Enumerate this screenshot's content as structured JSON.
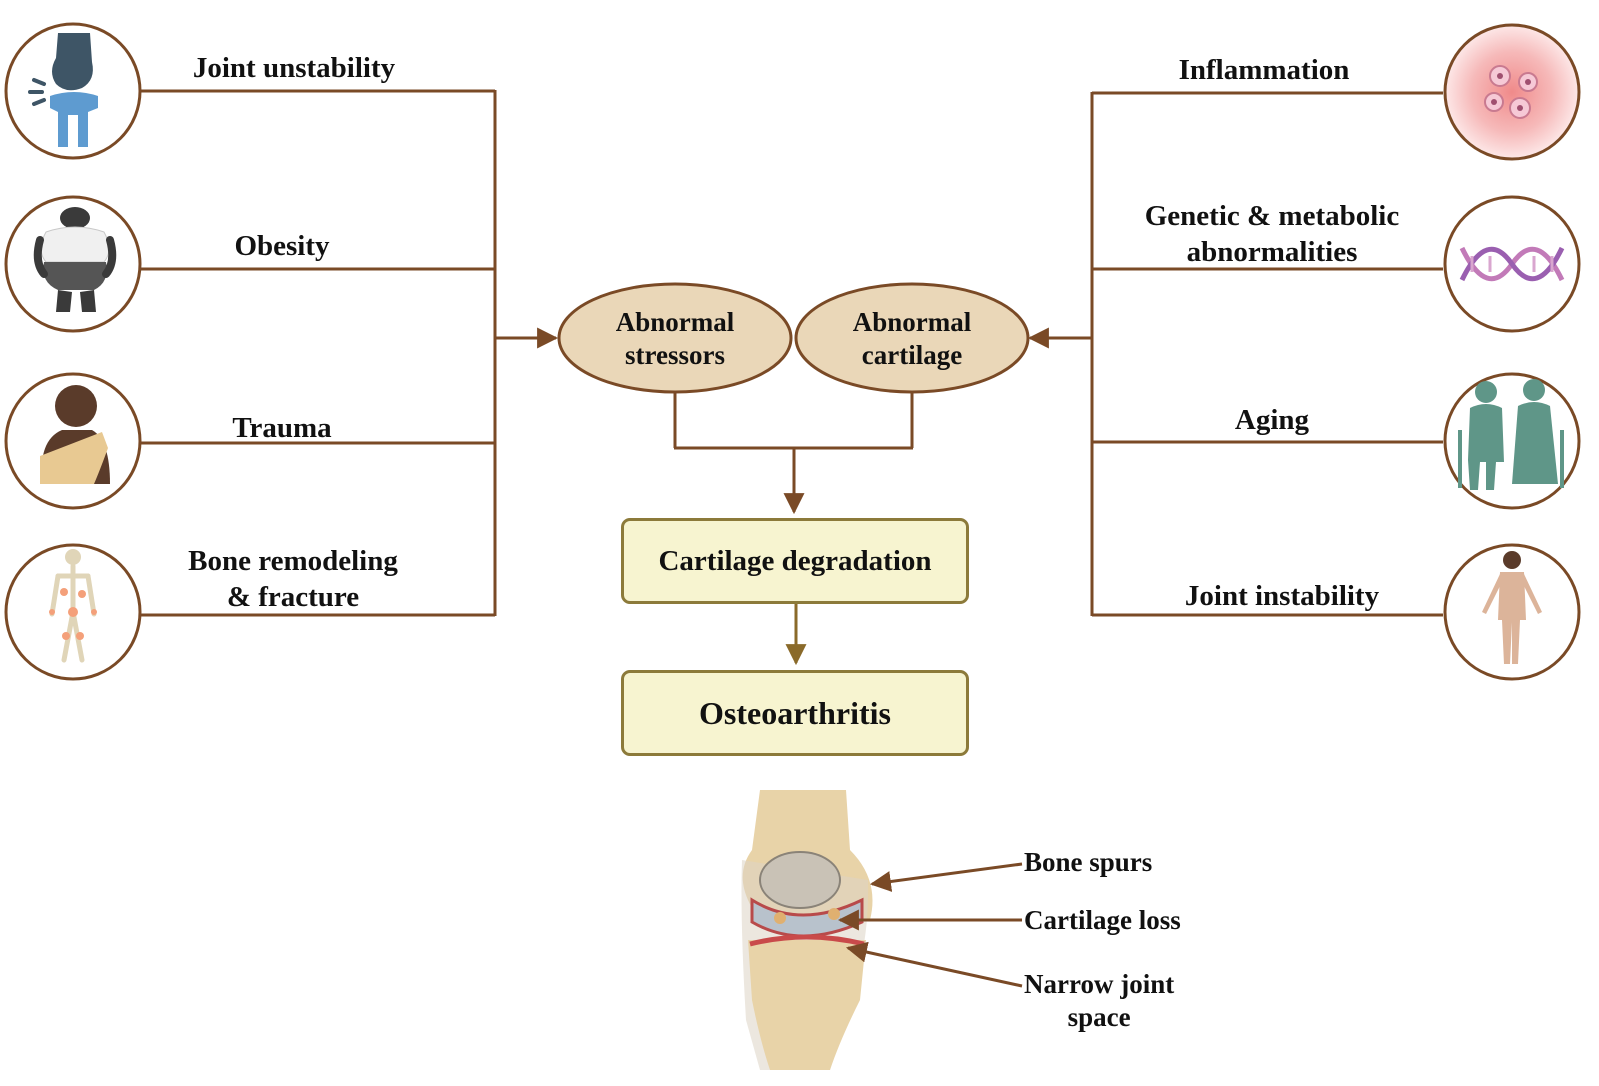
{
  "left_factors": [
    "Joint unstability",
    "Obesity",
    "Trauma",
    "Bone remodeling\n& fracture"
  ],
  "right_factors": [
    "Inflammation",
    "Genetic & metabolic\nabnormalities",
    "Aging",
    "Joint instability"
  ],
  "ovals": {
    "stressors": "Abnormal\nstressors",
    "cartilage": "Abnormal\ncartilage"
  },
  "boxes": {
    "degradation": "Cartilage degradation",
    "outcome": "Osteoarthritis"
  },
  "knee_annotations": {
    "spurs": "Bone spurs",
    "cartilage_loss": "Cartilage loss",
    "joint_space": "Narrow joint\nspace"
  },
  "icons": [
    "knee-joint-icon",
    "obese-person-icon",
    "arm-sling-icon",
    "skeleton-icon",
    "inflammation-cells-icon",
    "dna-icon",
    "elderly-couple-icon",
    "human-body-icon"
  ],
  "colors": {
    "line": "#7a4a26",
    "oval_fill": "#ead7b8",
    "box_fill": "#f7f4d0",
    "box_border": "#8c7a3a"
  }
}
